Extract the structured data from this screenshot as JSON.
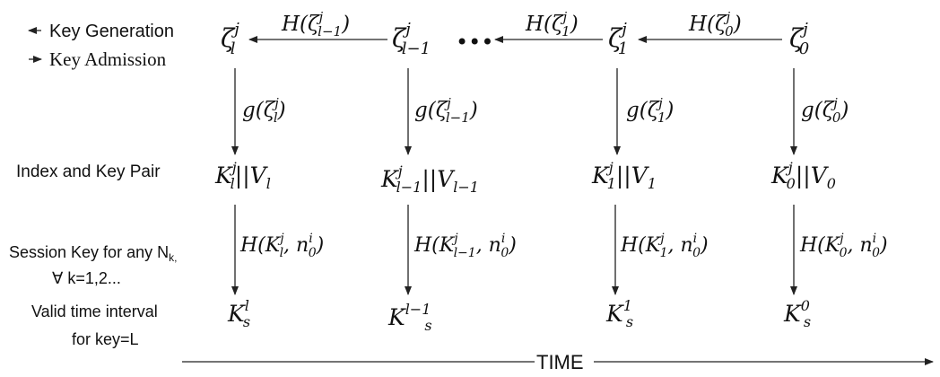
{
  "legend": {
    "key_generation": "Key Generation",
    "key_admission": "Key Admission"
  },
  "row_labels": {
    "index_key_pair": "Index and Key Pair",
    "session_key": "Session Key for any N",
    "session_key_sub": "k,",
    "forall": "∀ k=1,2...",
    "valid_interval": "Valid time interval",
    "for_key": "for  key=L"
  },
  "dots": "•••",
  "time_label": "TIME",
  "chain": {
    "zeta_symbol": "ζ",
    "superscript": "j",
    "nodes": [
      "l",
      "l−1",
      "1",
      "0"
    ],
    "hash_labels": [
      {
        "fn": "H(ζ",
        "sub": "l−1",
        "sup": "j",
        "close": ")"
      },
      {
        "fn": "H(ζ",
        "sub": "1",
        "sup": "j",
        "close": ")"
      },
      {
        "fn": "H(ζ",
        "sub": "0",
        "sup": "j",
        "close": ")"
      }
    ],
    "g_labels": [
      {
        "fn": "g(ζ",
        "sub": "l",
        "sup": "j",
        "close": ")"
      },
      {
        "fn": "g(ζ",
        "sub": "l−1",
        "sup": "j",
        "close": ")"
      },
      {
        "fn": "g(ζ",
        "sub": "1",
        "sup": "j",
        "close": ")"
      },
      {
        "fn": "g(ζ",
        "sub": "0",
        "sup": "j",
        "close": ")"
      }
    ],
    "pairs": [
      {
        "k": "K",
        "sub": "l",
        "sup": "j",
        "sep": "||V",
        "vsub": "l"
      },
      {
        "k": "K",
        "sub": "l−1",
        "sup": "j",
        "sep": "||V",
        "vsub": "l−1"
      },
      {
        "k": "K",
        "sub": "1",
        "sup": "j",
        "sep": "||V",
        "vsub": "1"
      },
      {
        "k": "K",
        "sub": "0",
        "sup": "j",
        "sep": "||V",
        "vsub": "0"
      }
    ],
    "session_hash": [
      {
        "fn": "H(K",
        "sub": "l",
        "sup": "j",
        "mid": ", n",
        "nsub": "0",
        "nsup": "i",
        "close": ")"
      },
      {
        "fn": "H(K",
        "sub": "l−1",
        "sup": "j",
        "mid": ", n",
        "nsub": "0",
        "nsup": "i",
        "close": ")"
      },
      {
        "fn": "H(K",
        "sub": "1",
        "sup": "j",
        "mid": ", n",
        "nsub": "0",
        "nsup": "i",
        "close": ")"
      },
      {
        "fn": "H(K",
        "sub": "0",
        "sup": "j",
        "mid": ", n",
        "nsub": "0",
        "nsup": "i",
        "close": ")"
      }
    ],
    "session_keys": [
      {
        "k": "K",
        "sub": "s",
        "sup": "l"
      },
      {
        "k": "K",
        "sub": "s",
        "sup": "l−1"
      },
      {
        "k": "K",
        "sub": "s",
        "sup": "1"
      },
      {
        "k": "K",
        "sub": "s",
        "sup": "0"
      }
    ]
  }
}
